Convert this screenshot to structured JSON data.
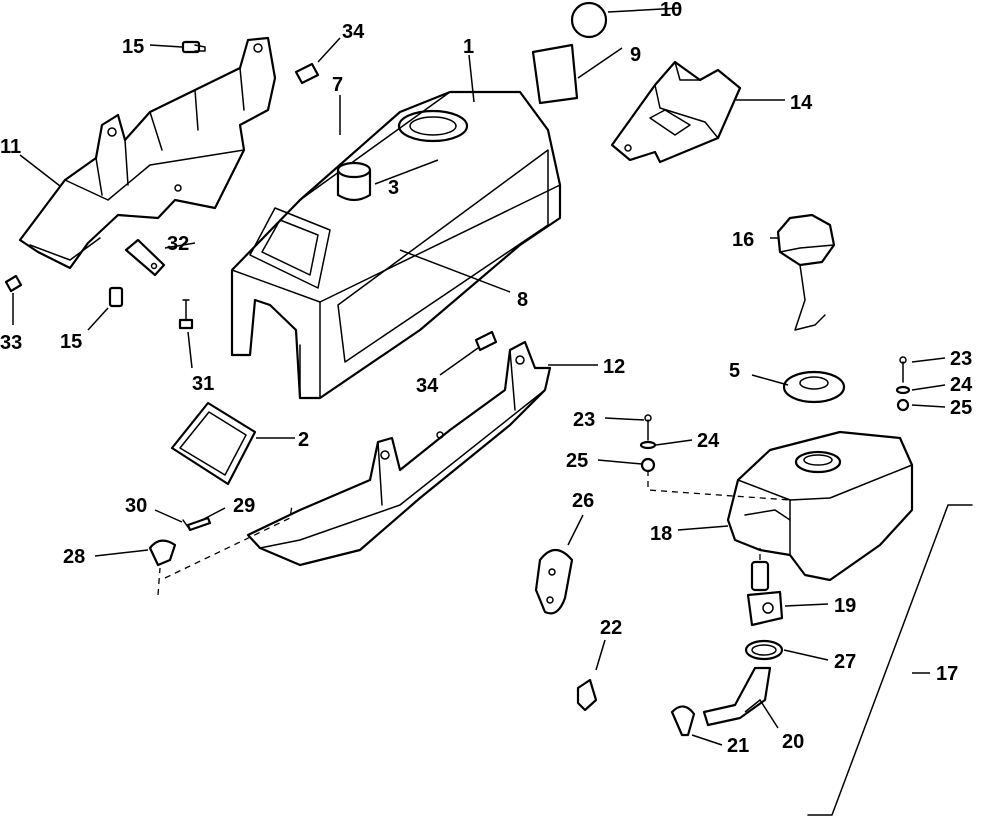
{
  "callouts": [
    "1",
    "2",
    "3",
    "5",
    "7",
    "8",
    "9",
    "10",
    "11",
    "12",
    "14",
    "15",
    "15",
    "16",
    "17",
    "18",
    "19",
    "20",
    "21",
    "22",
    "23",
    "23",
    "24",
    "24",
    "25",
    "25",
    "26",
    "27",
    "28",
    "29",
    "30",
    "31",
    "32",
    "33",
    "34",
    "34"
  ]
}
